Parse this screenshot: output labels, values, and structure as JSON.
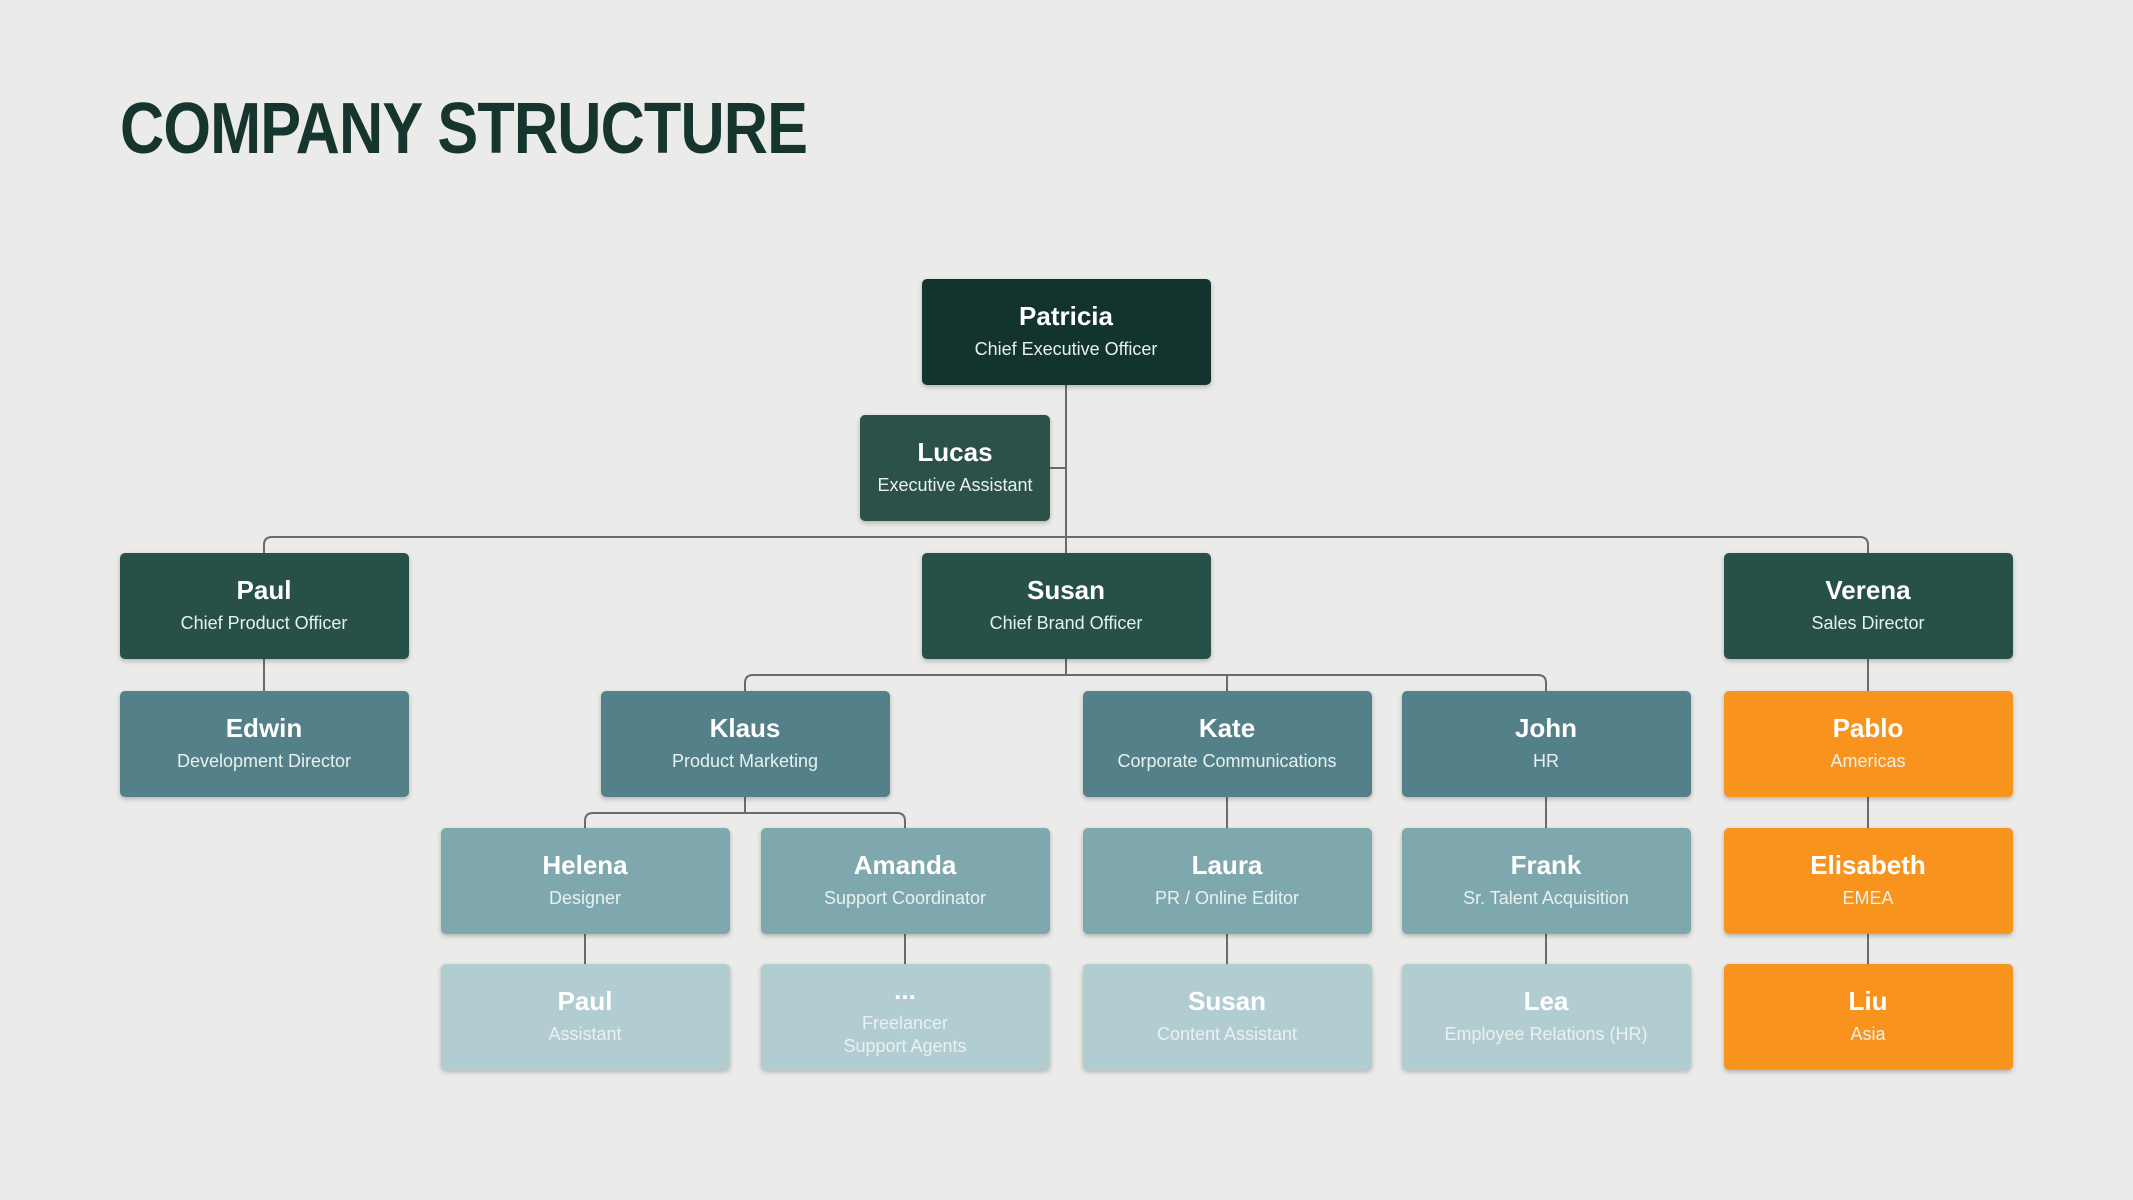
{
  "page": {
    "title": "COMPANY STRUCTURE"
  },
  "palette": {
    "background": "#ebebe9",
    "title_text": "#16352f",
    "name_text": "#ffffff",
    "role_text": "#e9f1f0",
    "line": "#6b6b6b",
    "executive": "#12332e",
    "assistant": "#2b5149",
    "senior": "#275049",
    "department": "#54808a",
    "team": "#7fa8ae",
    "support": "#b2cdd1",
    "regional": "#f8941d"
  },
  "nodes": [
    {
      "id": "patricia",
      "name": "Patricia",
      "title": "Chief Executive Officer",
      "connects_to": null,
      "color": "executive"
    },
    {
      "id": "lucas",
      "name": "Lucas",
      "title": "Executive Assistant",
      "connects_to": "patricia",
      "color": "assistant"
    },
    {
      "id": "paul",
      "name": "Paul",
      "title": "Chief Product Officer",
      "connects_to": "patricia",
      "color": "senior"
    },
    {
      "id": "susan",
      "name": "Susan",
      "title": "Chief Brand Officer",
      "connects_to": "patricia",
      "color": "senior"
    },
    {
      "id": "verena",
      "name": "Verena",
      "title": "Sales Director",
      "connects_to": "patricia",
      "color": "senior"
    },
    {
      "id": "edwin",
      "name": "Edwin",
      "title": "Development Director",
      "connects_to": "paul",
      "color": "department"
    },
    {
      "id": "klaus",
      "name": "Klaus",
      "title": "Product Marketing",
      "connects_to": "susan",
      "color": "department"
    },
    {
      "id": "kate",
      "name": "Kate",
      "title": "Corporate Communications",
      "connects_to": "susan",
      "color": "department"
    },
    {
      "id": "john",
      "name": "John",
      "title": "HR",
      "connects_to": "susan",
      "color": "department"
    },
    {
      "id": "pablo",
      "name": "Pablo",
      "title": "Americas",
      "connects_to": "verena",
      "color": "regional"
    },
    {
      "id": "helena",
      "name": "Helena",
      "title": "Designer",
      "connects_to": "klaus",
      "color": "team"
    },
    {
      "id": "amanda",
      "name": "Amanda",
      "title": "Support Coordinator",
      "connects_to": "klaus",
      "color": "team"
    },
    {
      "id": "laura",
      "name": "Laura",
      "title": "PR / Online Editor",
      "connects_to": "kate",
      "color": "team"
    },
    {
      "id": "frank",
      "name": "Frank",
      "title": "Sr. Talent Acquisition",
      "connects_to": "john",
      "color": "team"
    },
    {
      "id": "elisabeth",
      "name": "Elisabeth",
      "title": "EMEA",
      "connects_to": "pablo",
      "color": "regional"
    },
    {
      "id": "paul-assistant",
      "name": "Paul",
      "title": "Assistant",
      "connects_to": "helena",
      "color": "support"
    },
    {
      "id": "freelancers",
      "name": "...",
      "title": "Freelancer\nSupport Agents",
      "connects_to": "amanda",
      "color": "support"
    },
    {
      "id": "susan-content",
      "name": "Susan",
      "title": "Content Assistant",
      "connects_to": "laura",
      "color": "support"
    },
    {
      "id": "lea",
      "name": "Lea",
      "title": "Employee Relations (HR)",
      "connects_to": "frank",
      "color": "support"
    },
    {
      "id": "liu",
      "name": "Liu",
      "title": "Asia",
      "connects_to": "elisabeth",
      "color": "regional"
    }
  ]
}
